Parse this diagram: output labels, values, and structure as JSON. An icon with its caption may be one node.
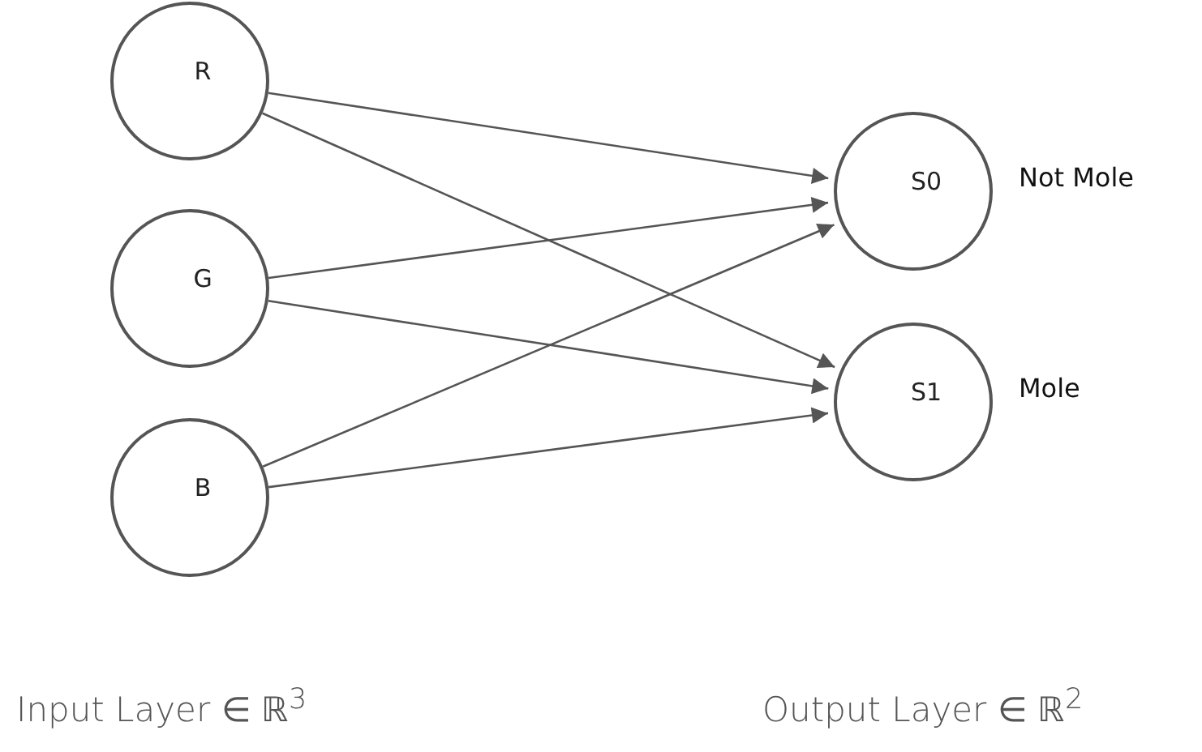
{
  "diagram": {
    "nodes": [
      {
        "text": [
          "R"
        ]
      },
      {
        "text": [
          "G"
        ]
      },
      {
        "text": [
          "B"
        ]
      },
      {
        "text": [
          "S0"
        ],
        "beside": [
          "Not Mole"
        ]
      },
      {
        "text": [
          "S1"
        ],
        "beside": [
          "Mole"
        ]
      }
    ],
    "edges": [
      {
        "from": 0,
        "to": 3,
        "arrow": "to"
      },
      {
        "from": 0,
        "to": 4,
        "arrow": "to"
      },
      {
        "from": 1,
        "to": 3,
        "arrow": "to"
      },
      {
        "from": 1,
        "to": 4,
        "arrow": "to"
      },
      {
        "from": 2,
        "to": 3,
        "arrow": "to"
      },
      {
        "from": 2,
        "to": 4,
        "arrow": "to"
      }
    ],
    "labels": [
      "Input Layer ∈ ℝ$^{3}$",
      "Output Layer ∈ ℝ$^{2}$"
    ]
  }
}
